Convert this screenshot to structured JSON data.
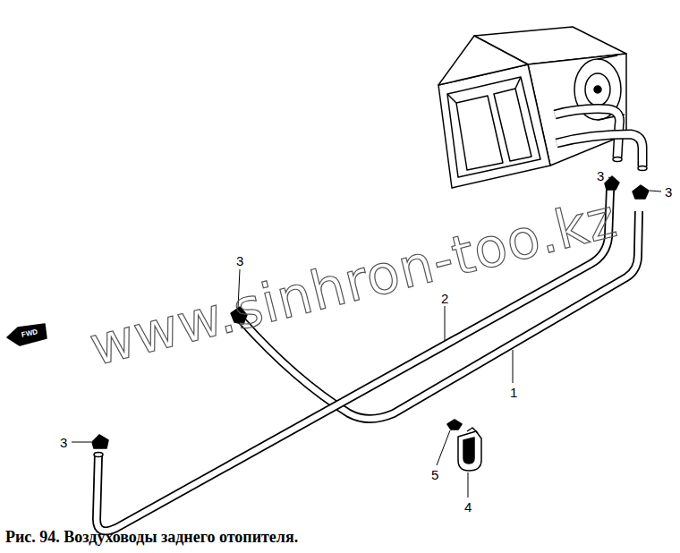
{
  "diagram": {
    "caption": "Рис. 94. Воздуховоды заднего отопителя.",
    "labels": [
      "3",
      "2",
      "3",
      "3",
      "FWD",
      "1",
      "3",
      "5",
      "4",
      "www.sinhron-too.kz"
    ]
  }
}
